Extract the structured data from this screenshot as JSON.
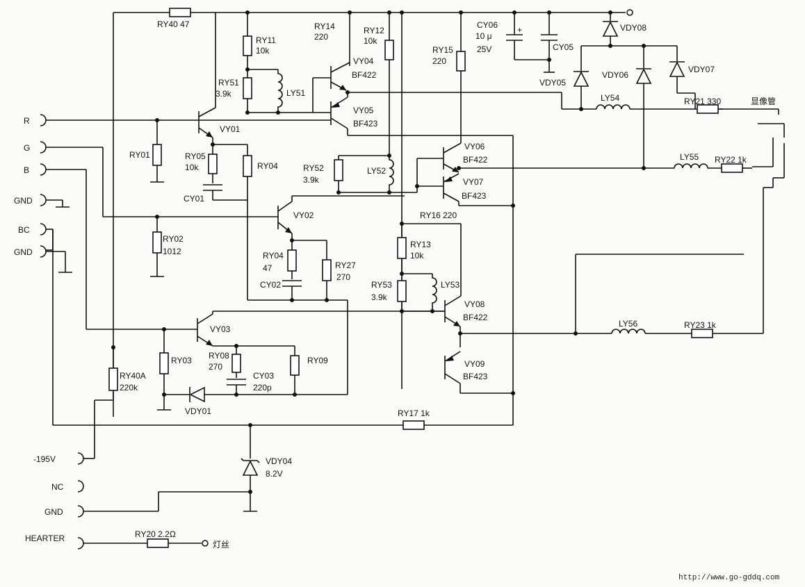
{
  "connectors": {
    "r": "R",
    "g": "G",
    "b": "B",
    "gnd1": "GND",
    "bc": "BC",
    "gnd2": "GND",
    "v195": "-195V",
    "nc": "NC",
    "gnd3": "GND",
    "heater": "HEARTER"
  },
  "components": {
    "ry40": "RY40 47",
    "ry11_name": "RY11",
    "ry11_val": "10k",
    "ry14_name": "RY14",
    "ry14_val": "220",
    "ry12_name": "RY12",
    "ry12_val": "10k",
    "ry15_name": "RY15",
    "ry15_val": "220",
    "cy06_name": "CY06",
    "cy06_val1": "10 μ",
    "cy06_val2": "25V",
    "cy05": "CY05",
    "vdy05": "VDY05",
    "vdy08": "VDY08",
    "vdy06": "VDY06",
    "vdy07": "VDY07",
    "ry51_name": "RY51",
    "ry51_val": "3.9k",
    "ly51": "LY51",
    "vy04_name": "VY04",
    "vy04_type": "BF422",
    "vy05_name": "VY05",
    "vy05_type": "BF423",
    "ly54": "LY54",
    "ry21": "RY21  330",
    "crt": "显像管",
    "vy01": "VY01",
    "ry01": "RY01",
    "ry05_name": "RY05",
    "ry05_val": "10k",
    "ry04": "RY04",
    "cy01": "CY01",
    "ry52_name": "RY52",
    "ry52_val": "3.9k",
    "ly52": "LY52",
    "vy06_name": "VY06",
    "vy06_type": "BF422",
    "vy07_name": "VY07",
    "vy07_type": "BF423",
    "ly55": "LY55",
    "ry22": "RY22  1k",
    "vy02": "VY02",
    "ry02_name": "RY02",
    "ry02_val": "1012",
    "ry16": "RY16  220",
    "ry13_name": "RY13",
    "ry13_val": "10k",
    "ry04b_name": "RY04",
    "ry04b_val": "47",
    "ry27_name": "RY27",
    "ry27_val": "270",
    "cy02": "CY02",
    "ry53_name": "RY53",
    "ry53_val": "3.9k",
    "ly53": "LY53",
    "vy08_name": "VY08",
    "vy08_type": "BF422",
    "vy03": "VY03",
    "ly56": "LY56",
    "ry23": "RY23  1k",
    "ry03": "RY03",
    "ry08_name": "RY08",
    "ry08_val": "270",
    "ry09": "RY09",
    "cy03_name": "CY03",
    "cy03_val": "220p",
    "ry40a_name": "RY40A",
    "ry40a_val": "220k",
    "vy09_name": "VY09",
    "vy09_type": "BF423",
    "vdy01": "VDY01",
    "ry17": "RY17  1k",
    "vdy04_name": "VDY04",
    "vdy04_val": "8.2V",
    "ry20": "RY20  2.2Ω",
    "filament": "灯丝"
  },
  "watermark": "http://www.go-gddq.com",
  "colors": {
    "ink": "#111111",
    "paper": "#fbfbf9"
  }
}
